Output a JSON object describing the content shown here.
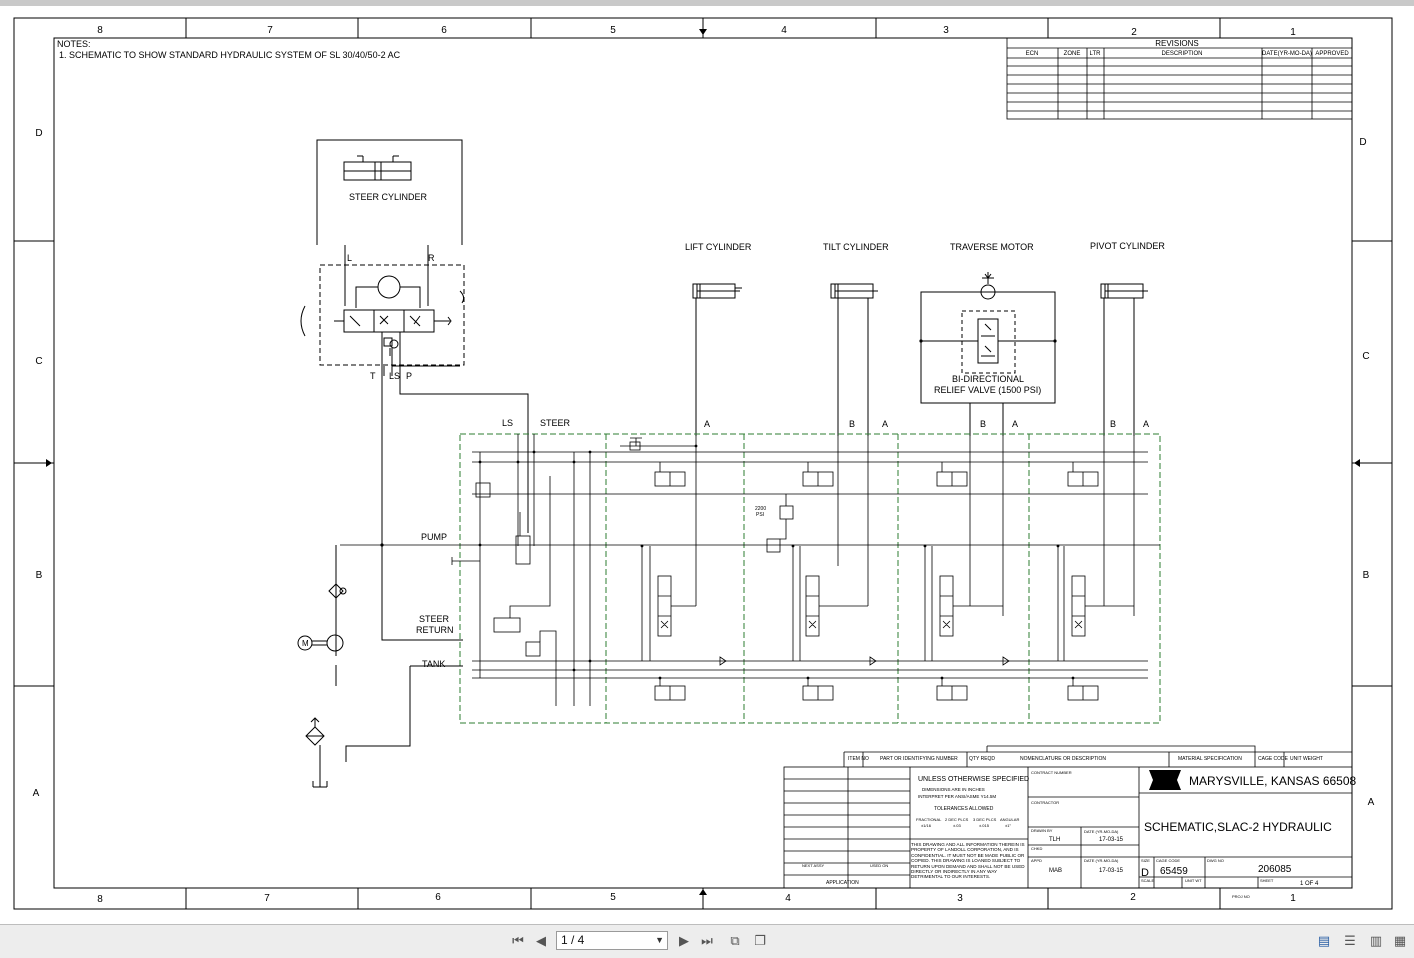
{
  "drawing": {
    "zone_columns": [
      "8",
      "7",
      "6",
      "5",
      "4",
      "3",
      "2",
      "1"
    ],
    "zone_rows": [
      "D",
      "C",
      "B",
      "A"
    ],
    "notes_title": "NOTES:",
    "note_1": "1. SCHEMATIC TO SHOW STANDARD HYDRAULIC SYSTEM OF SL 30/40/50-2 AC",
    "revisions": {
      "title": "REVISIONS",
      "columns": [
        "ECN",
        "ZONE",
        "LTR",
        "DESCRIPTION",
        "DATE(YR-MO-DA)",
        "APPROVED"
      ]
    },
    "labels": {
      "steer_cylinder": "STEER CYLINDER",
      "lift_cylinder": "LIFT CYLINDER",
      "tilt_cylinder": "TILT CYLINDER",
      "traverse_motor": "TRAVERSE MOTOR",
      "pivot_cylinder": "PIVOT CYLINDER",
      "relief_valve_1": "BI-DIRECTIONAL",
      "relief_valve_2": "RELIEF VALVE (1500 PSI)",
      "port_l": "L",
      "port_r": "R",
      "port_t": "T",
      "port_ls": "LS",
      "port_p": "P",
      "ls": "LS",
      "steer": "STEER",
      "pump": "PUMP",
      "steer_return_1": "STEER",
      "steer_return_2": "RETURN",
      "tank": "TANK",
      "motor": "M",
      "port_a": "A",
      "port_b": "B",
      "relief_psi_1": "2200",
      "relief_psi_2": "PSI"
    },
    "title_block": {
      "company": "MARYSVILLE, KANSAS   66508",
      "title": "SCHEMATIC,SLAC-2 HYDRAULIC",
      "unless_specified": "UNLESS OTHERWISE SPECIFIED",
      "dimensions_note": "DIMENSIONS ARE IN INCHES",
      "interpret_note": "INTERPRET PER ANSI/ASME Y14.5M",
      "tolerances": "TOLERANCES ALLOWED",
      "tol_fractional": "FRACTIONAL",
      "tol_2place": "2 DEC PLCS",
      "tol_3place": "3 DEC PLCS",
      "tol_angular": "ANGULAR",
      "tol_frac_val": "±1/16",
      "tol_2_val": "±.03",
      "tol_3_val": "±.015",
      "tol_ang_val": "±1°",
      "proprietary": "THIS DRAWING AND ALL INFORMATION THEREIN IS PROPERTY OF LANDOLL CORPORATION, AND IS CONFIDENTIAL. IT MUST NOT BE MADE PUBLIC OR COPIED. THIS DRAWING IS LOANED SUBJECT TO RETURN UPON DEMAND AND SHALL NOT BE USED DIRECTLY OR INDIRECTLY IN ANY WAY DETRIMENTAL TO OUR INTERESTS.",
      "contract_number": "CONTRACT NUMBER",
      "contractor": "CONTRACTOR",
      "drawn_by_label": "DRAWN BY",
      "drawn_by": "TLH",
      "drawn_date_label": "DATE (YR-MO-DA)",
      "drawn_date": "17-03-15",
      "chkd_label": "CHKD",
      "appd_label": "APPD",
      "appd_by": "MAB",
      "appd_date_label": "DATE (YR-MO-DA)",
      "appd_date": "17-03-15",
      "size_label": "SIZE",
      "size": "D",
      "cage_label": "CAGE CODE",
      "cage_code": "65459",
      "dwg_label": "DWG NO",
      "dwg_no": "206085",
      "scale_label": "SCALE",
      "unit_wt_label": "UNIT WT",
      "sheet_label": "SHEET",
      "sheet": "1  OF  4",
      "next_assy": "NEXT ASSY",
      "used_on": "USED ON",
      "application": "APPLICATION",
      "item_no": "ITEM NO",
      "part_no": "PART OR IDENTIFYING NUMBER",
      "qty_reqd": "QTY REQD",
      "nomenclature": "NOMENCLATURE OR DESCRIPTION",
      "material_spec": "MATERIAL SPECIFICATION",
      "cage_code_col": "CAGE CODE",
      "unit_weight": "UNIT WEIGHT",
      "proj_no": "PROJ NO"
    }
  },
  "viewer": {
    "page_field": "1 / 4",
    "first_icon": "first-page-icon",
    "prev_icon": "prev-page-icon",
    "next_icon": "next-page-icon",
    "last_icon": "last-page-icon"
  }
}
